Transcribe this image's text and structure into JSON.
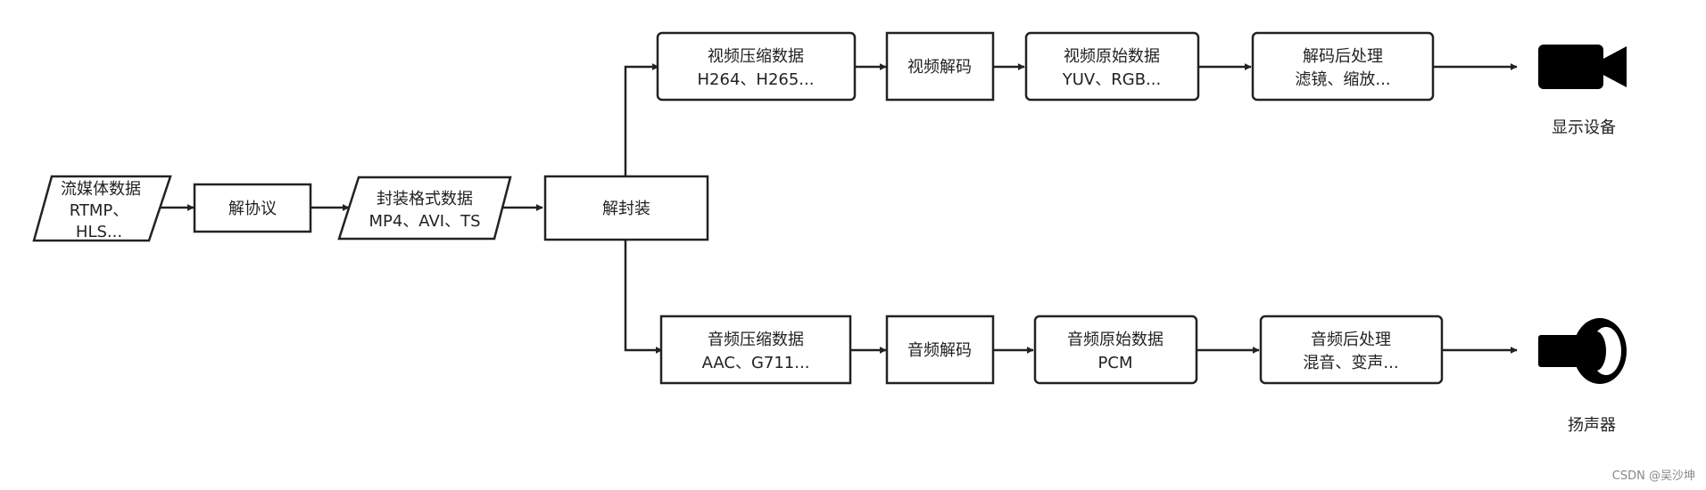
{
  "diagram": {
    "nodes": {
      "stream_data": {
        "line1": "流媒体数据",
        "line2": "RTMP、",
        "line3": "HLS..."
      },
      "deprotocol": {
        "line1": "解协议"
      },
      "container_data": {
        "line1": "封装格式数据",
        "line2": "MP4、AVI、TS"
      },
      "demux": {
        "line1": "解封装"
      },
      "video_compressed": {
        "line1": "视频压缩数据",
        "line2": "H264、H265..."
      },
      "video_decode": {
        "line1": "视频解码"
      },
      "video_raw": {
        "line1": "视频原始数据",
        "line2": "YUV、RGB..."
      },
      "video_post": {
        "line1": "解码后处理",
        "line2": "滤镜、缩放..."
      },
      "audio_compressed": {
        "line1": "音频压缩数据",
        "line2": "AAC、G711..."
      },
      "audio_decode": {
        "line1": "音频解码"
      },
      "audio_raw": {
        "line1": "音频原始数据",
        "line2": "PCM"
      },
      "audio_post": {
        "line1": "音频后处理",
        "line2": "混音、变声..."
      }
    },
    "outputs": {
      "display": {
        "label": "显示设备",
        "icon": "video-camera-icon"
      },
      "speaker": {
        "label": "扬声器",
        "icon": "speaker-icon"
      }
    }
  },
  "watermark": "CSDN @吴沙坤",
  "colors": {
    "stroke": "#222222",
    "fill": "#ffffff",
    "icon": "#000000",
    "watermark": "#888888"
  }
}
